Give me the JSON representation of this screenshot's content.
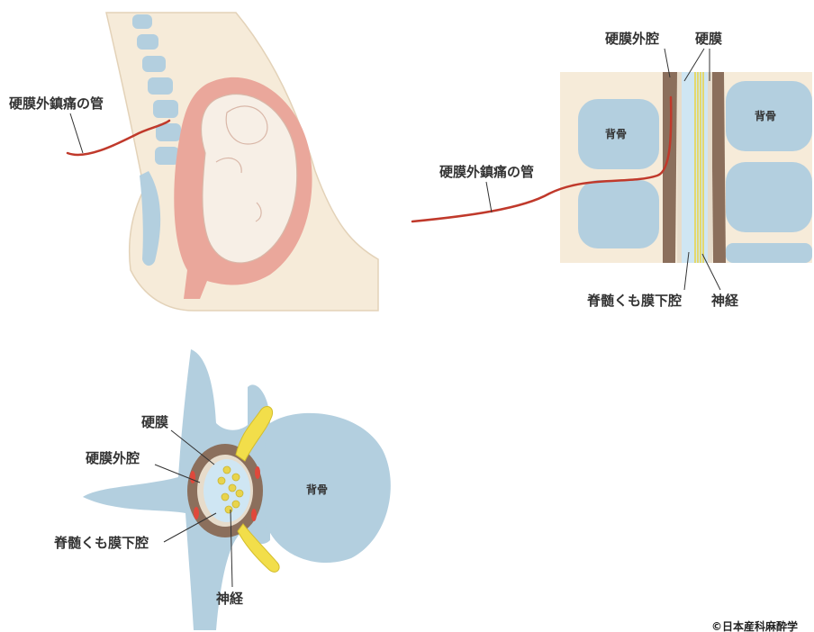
{
  "colors": {
    "skin": "#f6ebd9",
    "skin_outline": "#e3d2b8",
    "bone": "#b3cfdf",
    "bone_dark": "#9cbcd0",
    "uterus": "#eaa79b",
    "fetus": "#f7efe6",
    "catheter": "#c0392b",
    "epidural_space": "#8b6f5c",
    "csf": "#cfe6f3",
    "nerve": "#e8d44c",
    "vein": "#e0483b"
  },
  "pregnant_view": {
    "catheter_label": "硬膜外鎮痛の管"
  },
  "spine_section": {
    "label_epidural_space": "硬膜外腔",
    "label_dura": "硬膜",
    "label_vertebra_left": "背骨",
    "label_vertebra_right": "背骨",
    "label_catheter": "硬膜外鎮痛の管",
    "label_subarachnoid": "脊髄くも膜下腔",
    "label_nerve": "神経"
  },
  "cross_section": {
    "label_dura": "硬膜",
    "label_epidural_space": "硬膜外腔",
    "label_subarachnoid": "脊髄くも膜下腔",
    "label_nerve": "神経",
    "label_vertebra": "背骨"
  },
  "copyright": "©日本産科麻酔学"
}
